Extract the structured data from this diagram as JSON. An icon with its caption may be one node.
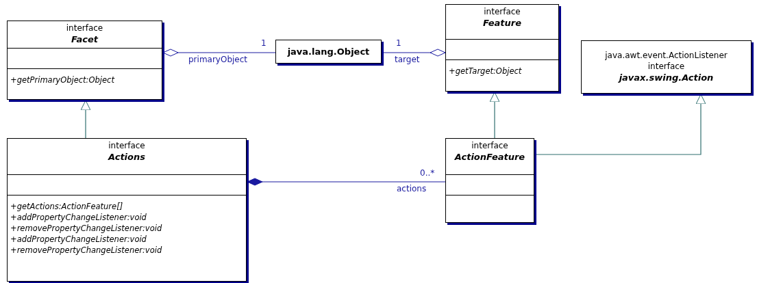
{
  "diagram": {
    "nodes": [
      {
        "text": [
          "interface",
          "Facet",
          "+getPrimaryObject:Object"
        ]
      },
      {
        "text": [
          "java.lang.Object"
        ]
      },
      {
        "text": [
          "interface",
          "Feature",
          "+getTarget:Object"
        ]
      },
      {
        "text": [
          "java.awt.event.ActionListener",
          "interface",
          "javax.swing.Action"
        ]
      },
      {
        "text": [
          "interface",
          "Actions",
          "+getActions:ActionFeature[]",
          "+addPropertyChangeListener:void",
          "+removePropertyChangeListener:void",
          "+addPropertyChangeListener:void",
          "+removePropertyChangeListener:void"
        ]
      },
      {
        "text": [
          "interface",
          "ActionFeature"
        ]
      }
    ],
    "edges": [
      {
        "from": 0,
        "to": 1,
        "arrow": "other",
        "label": "primaryObject",
        "color": "#1a1aa0"
      },
      {
        "from": 2,
        "to": 1,
        "arrow": "other",
        "label": "target",
        "color": "#1a1aa0"
      },
      {
        "from": 4,
        "to": 0,
        "arrow": "to"
      },
      {
        "from": 5,
        "to": 2,
        "arrow": "to"
      },
      {
        "from": 5,
        "to": 3,
        "arrow": "to"
      },
      {
        "from": 4,
        "to": 5,
        "arrow": "other",
        "label": "actions",
        "color": "#1a1aa0"
      }
    ],
    "labels": [
      "1",
      "1",
      "0..*"
    ]
  }
}
